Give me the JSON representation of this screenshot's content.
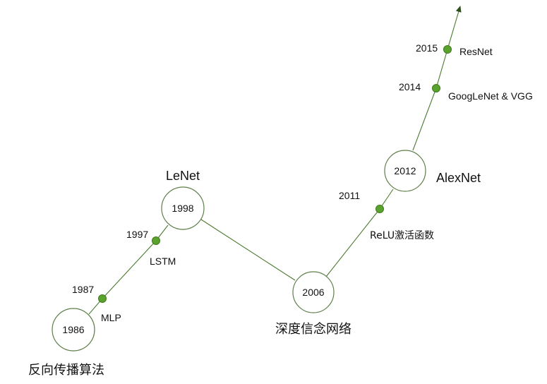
{
  "milestones": {
    "m1986": {
      "year": "1986",
      "name": "反向传播算法"
    },
    "m1987": {
      "year": "1987",
      "name": "MLP"
    },
    "m1997": {
      "year": "1997",
      "name": "LSTM"
    },
    "m1998": {
      "year": "1998",
      "name": "LeNet"
    },
    "m2006": {
      "year": "2006",
      "name": "深度信念网络"
    },
    "m2011": {
      "year": "2011",
      "name": "ReLU激活函数"
    },
    "m2012": {
      "year": "2012",
      "name": "AlexNet"
    },
    "m2014": {
      "year": "2014",
      "name": "GoogLeNet & VGG"
    },
    "m2015": {
      "year": "2015",
      "name": "ResNet"
    }
  },
  "colors": {
    "line": "#4b7a2f",
    "dot_fill": "#5aa22e",
    "circle_stroke": "#5f7f4a"
  }
}
